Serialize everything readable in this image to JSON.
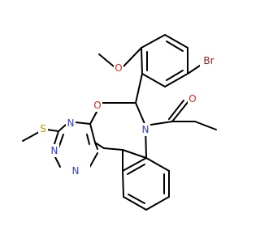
{
  "structure": {
    "atoms": [
      {
        "id": "Br",
        "text": "Br",
        "color": "#a01e1e"
      },
      {
        "id": "O_methoxy",
        "text": "O",
        "color": "#e0261c"
      },
      {
        "id": "O_ring",
        "text": "O",
        "color": "#e0261c"
      },
      {
        "id": "O_carbonyl",
        "text": "O",
        "color": "#e0261c"
      },
      {
        "id": "N_amide",
        "text": "N",
        "color": "#2f3bd6"
      },
      {
        "id": "N_triazine_top",
        "text": "N",
        "color": "#2f3bd6"
      },
      {
        "id": "N_triazine_left",
        "text": "N",
        "color": "#2f3bd6"
      },
      {
        "id": "N_triazine_bottom",
        "text": "N",
        "color": "#2f3bd6"
      },
      {
        "id": "S",
        "text": "S",
        "color": "#b59a00"
      }
    ],
    "bond_color": "#000000"
  }
}
